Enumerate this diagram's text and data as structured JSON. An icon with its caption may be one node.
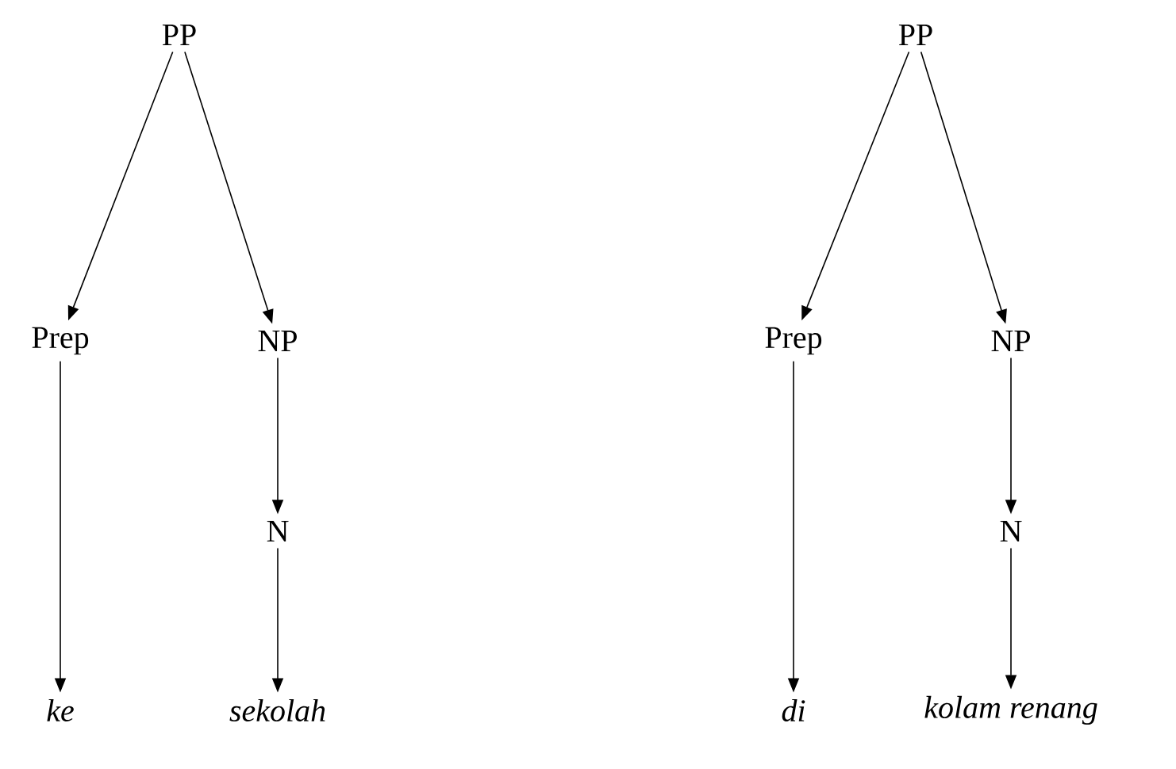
{
  "diagram": {
    "nodes": [
      {
        "text": [
          "PP"
        ]
      },
      {
        "text": [
          "Prep"
        ]
      },
      {
        "text": [
          "NP"
        ]
      },
      {
        "text": [
          "N"
        ]
      },
      {
        "text": [
          "ke"
        ]
      },
      {
        "text": [
          "sekolah"
        ]
      },
      {
        "text": [
          "PP"
        ]
      },
      {
        "text": [
          "Prep"
        ]
      },
      {
        "text": [
          "NP"
        ]
      },
      {
        "text": [
          "N"
        ]
      },
      {
        "text": [
          "di"
        ]
      },
      {
        "text": [
          "kolam renang"
        ]
      }
    ],
    "edges": [
      {
        "from": 0,
        "to": 1,
        "arrow": "to"
      },
      {
        "from": 0,
        "to": 2,
        "arrow": "to"
      },
      {
        "from": 1,
        "to": 4,
        "arrow": "to"
      },
      {
        "from": 2,
        "to": 3,
        "arrow": "to"
      },
      {
        "from": 3,
        "to": 5,
        "arrow": "to"
      },
      {
        "from": 6,
        "to": 7,
        "arrow": "to"
      },
      {
        "from": 6,
        "to": 8,
        "arrow": "to"
      },
      {
        "from": 7,
        "to": 10,
        "arrow": "to"
      },
      {
        "from": 8,
        "to": 9,
        "arrow": "to"
      },
      {
        "from": 9,
        "to": 11,
        "arrow": "to"
      }
    ]
  }
}
